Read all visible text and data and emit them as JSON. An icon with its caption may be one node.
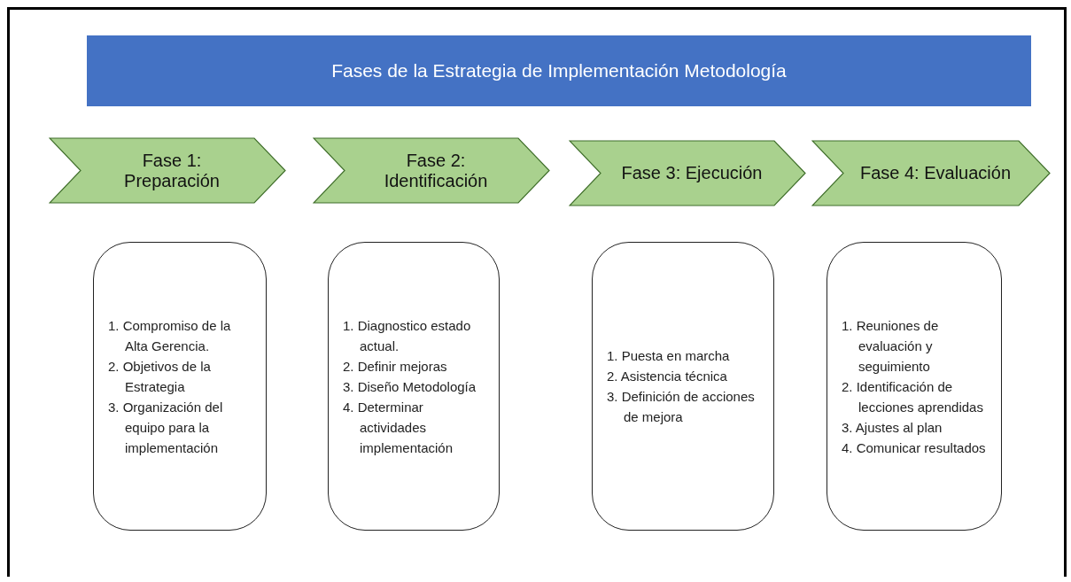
{
  "diagram": {
    "title": "Fases de la Estrategia de Implementación Metodología",
    "nodes": [
      {
        "text": [
          "Fase 1: Preparación"
        ]
      },
      {
        "text": [
          "Fase 2: Identificación"
        ]
      },
      {
        "text": [
          "Fase 3: Ejecución"
        ]
      },
      {
        "text": [
          "Fase 4: Evaluación"
        ]
      },
      {
        "text": [
          "1. Compromiso de la Alta Gerencia.",
          "2. Objetivos de la Estrategia",
          "3. Organización del equipo para la implementación"
        ]
      },
      {
        "text": [
          "1. Diagnostico estado actual.",
          "2. Definir mejoras",
          "3. Diseño Metodología",
          "4. Determinar actividades implementación"
        ]
      },
      {
        "text": [
          "1. Puesta en marcha",
          "2. Asistencia técnica",
          "3. Definición de acciones de mejora"
        ]
      },
      {
        "text": [
          "1. Reuniones de evaluación y seguimiento",
          "2. Identificación de lecciones aprendidas",
          "3. Ajustes al plan",
          "4. Comunicar resultados"
        ]
      }
    ]
  }
}
